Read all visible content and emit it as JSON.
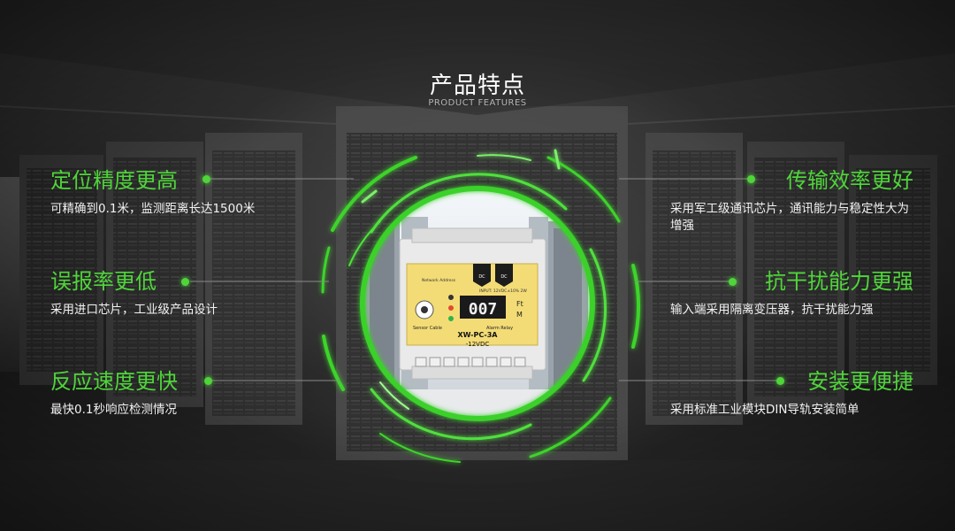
{
  "header": {
    "title": "产品特点",
    "subtitle": "PRODUCT FEATURES"
  },
  "features_left": [
    {
      "title": "定位精度更高",
      "desc": "可精确到0.1米，监测距离长达1500米"
    },
    {
      "title": "误报率更低",
      "desc": "采用进口芯片，工业级产品设计"
    },
    {
      "title": "反应速度更快",
      "desc": "最快0.1秒响应检测情况"
    }
  ],
  "features_right": [
    {
      "title": "传输效率更好",
      "desc": "采用军工级通讯芯片，通讯能力与稳定性大为增强"
    },
    {
      "title": "抗干扰能力更强",
      "desc": "输入端采用隔离变压器，抗干扰能力强"
    },
    {
      "title": "安装更便捷",
      "desc": "采用标准工业模块DIN导轨安装简单"
    }
  ],
  "device": {
    "model": "XW-PC-3A",
    "voltage": "-12VDC",
    "display": "007",
    "unit_top": "Ft",
    "unit_bottom": "M",
    "label_sensor": "Sensor Cable",
    "label_alarm": "Alarm Relay",
    "label_network": "Network Address",
    "label_input": "INPUT: 12VDC±10% 2W",
    "terminal_label": "DC"
  },
  "colors": {
    "accent": "#4fd53a",
    "text": "#ffffff"
  }
}
